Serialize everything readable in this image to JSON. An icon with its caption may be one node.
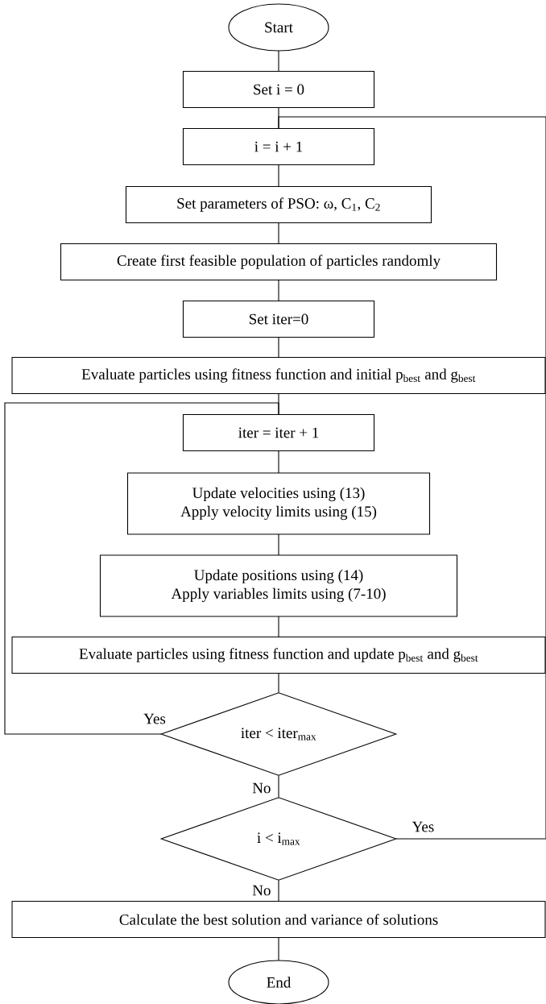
{
  "diagram": {
    "nodes": [
      {
        "text": [
          "Start"
        ]
      },
      {
        "text": [
          "Set i = 0"
        ]
      },
      {
        "text": [
          "i = i + 1"
        ]
      },
      {
        "text": [
          "Set parameters of PSO: ω, C$_{1}$, C$_{2}$"
        ]
      },
      {
        "text": [
          "Create first feasible population of particles randomly"
        ]
      },
      {
        "text": [
          "Set iter=0"
        ]
      },
      {
        "text": [
          "Evaluate particles using fitness function and initial p$_{best}$ and g$_{best}$"
        ]
      },
      {
        "text": [
          "iter = iter + 1"
        ]
      },
      {
        "text": [
          "Update velocities using (13)",
          "Apply velocity limits using (15)"
        ]
      },
      {
        "text": [
          "Update positions using (14)",
          "Apply variables limits using (7-10)"
        ]
      },
      {
        "text": [
          "Evaluate particles using fitness function and update p$_{best}$ and g$_{best}$"
        ]
      },
      {
        "text": [
          "iter < iter$_{max}$"
        ]
      },
      {
        "text": [
          "i < i$_{max}$"
        ]
      },
      {
        "text": [
          "Calculate the best solution and variance of solutions"
        ]
      },
      {
        "text": [
          "End"
        ]
      }
    ],
    "edges": [
      {
        "from": 0,
        "to": 1,
        "arrow": "none"
      },
      {
        "from": 1,
        "to": 2,
        "arrow": "none"
      },
      {
        "from": 2,
        "to": 3,
        "arrow": "none"
      },
      {
        "from": 3,
        "to": 4,
        "arrow": "none"
      },
      {
        "from": 4,
        "to": 5,
        "arrow": "none"
      },
      {
        "from": 5,
        "to": 6,
        "arrow": "none"
      },
      {
        "from": 6,
        "to": 7,
        "arrow": "none"
      },
      {
        "from": 7,
        "to": 8,
        "arrow": "none"
      },
      {
        "from": 8,
        "to": 9,
        "arrow": "none"
      },
      {
        "from": 9,
        "to": 10,
        "arrow": "none"
      },
      {
        "from": 10,
        "to": 11,
        "arrow": "none"
      },
      {
        "from": 11,
        "to": 7,
        "arrow": "none",
        "label": "Yes"
      },
      {
        "from": 11,
        "to": 12,
        "arrow": "none",
        "label": "No"
      },
      {
        "from": 12,
        "to": 2,
        "arrow": "none",
        "label": "Yes"
      },
      {
        "from": 12,
        "to": 13,
        "arrow": "none",
        "label": "No"
      },
      {
        "from": 13,
        "to": 14,
        "arrow": "none"
      }
    ]
  }
}
